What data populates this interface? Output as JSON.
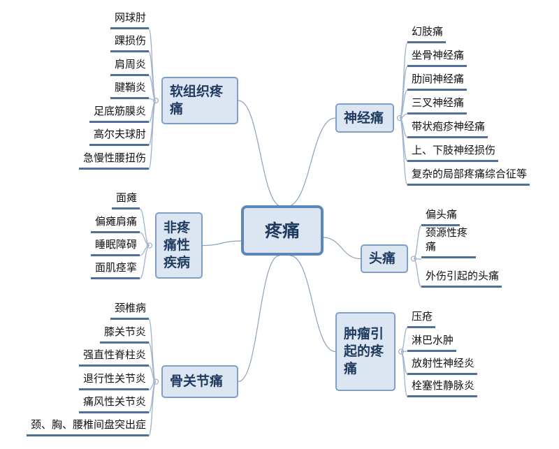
{
  "center": "疼痛",
  "branches": {
    "soft": {
      "label": "软组织疼痛",
      "leaves": [
        "网球肘",
        "踝损伤",
        "肩周炎",
        "腱鞘炎",
        "足底筋膜炎",
        "高尔夫球肘",
        "急慢性腰扭伤"
      ]
    },
    "nonpain": {
      "label": "非疼痛性疾病",
      "leaves": [
        "面瘫",
        "偏瘫肩痛",
        "睡眠障碍",
        "面肌痉挛"
      ]
    },
    "bone": {
      "label": "骨关节痛",
      "leaves": [
        "颈椎病",
        "膝关节炎",
        "强直性脊柱炎",
        "退行性关节炎",
        "痛风性关节炎",
        "颈、胸、腰椎间盘突出症"
      ]
    },
    "nerve": {
      "label": "神经痛",
      "leaves": [
        "幻肢痛",
        "坐骨神经痛",
        "肋间神经痛",
        "三叉神经痛",
        "带状疱疹神经痛",
        "上、下肢神经损伤",
        "复杂的局部疼痛综合征等"
      ]
    },
    "head": {
      "label": "头痛",
      "leaves": [
        "偏头痛",
        "颈源性疼痛",
        "外伤引起的头痛"
      ]
    },
    "tumor": {
      "label": "肿瘤引起的疼痛",
      "leaves": [
        "压疮",
        "淋巴水肿",
        "放射性神经炎",
        "栓塞性静脉炎"
      ]
    }
  },
  "colors": {
    "box": "#dce6f2",
    "border": "#7f9fc6",
    "underline": "#4f6f96",
    "text": "#1f3a5f"
  }
}
